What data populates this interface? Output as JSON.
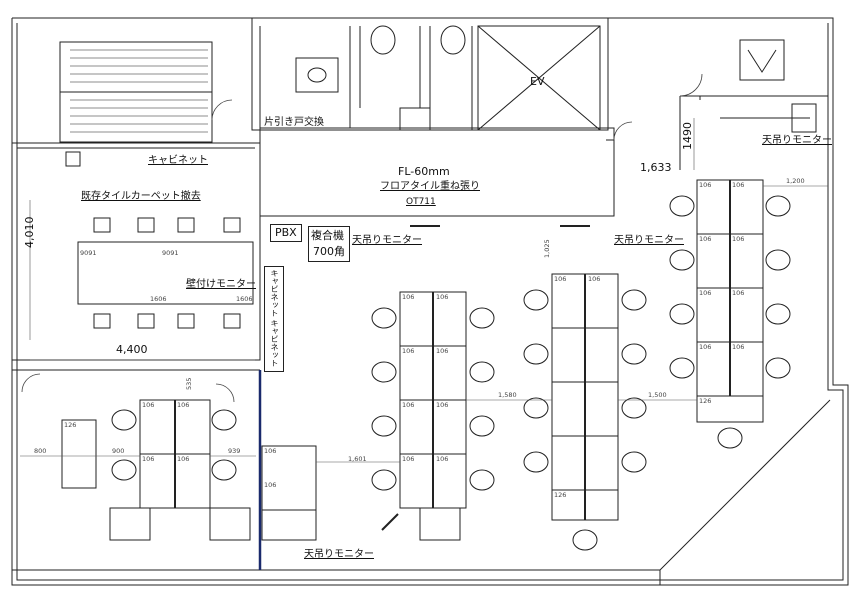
{
  "labels": {
    "cabinet_top": "キャビネット",
    "remove_carpet": "既存タイルカーペット撤去",
    "sliding_door": "片引き戸交換",
    "fl": "FL-60mm",
    "floor_tile": "フロアタイル重ね張り",
    "ot": "OT711",
    "ev": "EV",
    "pbx": "PBX",
    "copier_1": "複合機",
    "copier_2": "700角",
    "ceiling_monitor": "天吊りモニター",
    "wall_monitor": "壁付けモニター",
    "cabinet_vert": "キャビネット",
    "cabinet_vert2": "キャビネット"
  },
  "dims": {
    "d4010": "4,010",
    "d4400": "4,400",
    "d1490": "1490",
    "d1633": "1,633",
    "d1200": "1,200",
    "d1025": "1,025",
    "d1580": "1,580",
    "d1500": "1,500",
    "d1601": "1,601",
    "d900": "900",
    "d800": "800",
    "d939": "939",
    "d535": "535",
    "d9091a": "9091",
    "d9091b": "9091",
    "d1606a": "1606",
    "d1606b": "1606"
  },
  "desk_labels": {
    "d106": "106",
    "d126": "126"
  }
}
